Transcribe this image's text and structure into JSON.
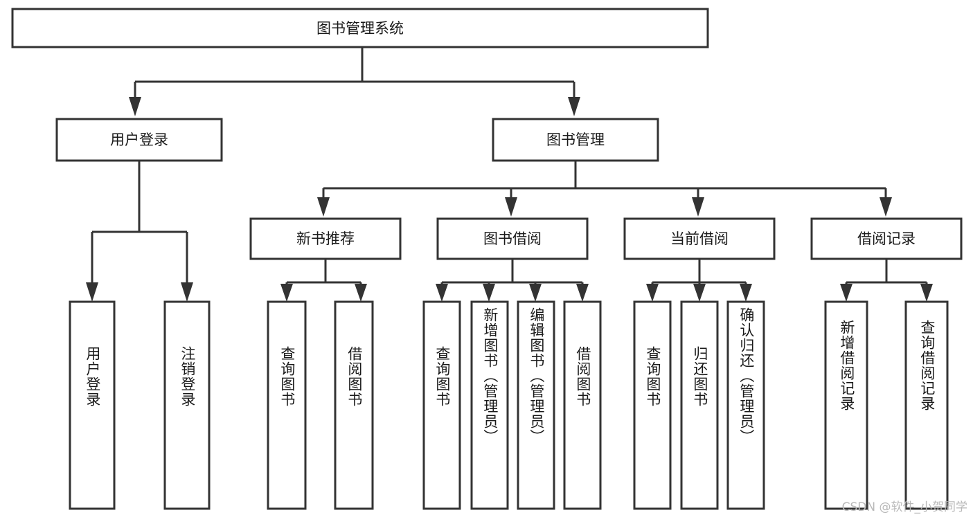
{
  "diagram": {
    "type": "hierarchy-tree",
    "title": "图书管理系统",
    "root": {
      "id": "root",
      "label": "图书管理系统",
      "orientation": "horizontal"
    },
    "level2": [
      {
        "id": "user-login",
        "label": "用户登录",
        "orientation": "horizontal"
      },
      {
        "id": "book-manage",
        "label": "图书管理",
        "orientation": "horizontal"
      }
    ],
    "level3": [
      {
        "id": "new-book-recommend",
        "label": "新书推荐",
        "parent": "book-manage",
        "orientation": "horizontal"
      },
      {
        "id": "book-borrow",
        "label": "图书借阅",
        "parent": "book-manage",
        "orientation": "horizontal"
      },
      {
        "id": "current-borrow",
        "label": "当前借阅",
        "parent": "book-manage",
        "orientation": "horizontal"
      },
      {
        "id": "borrow-record",
        "label": "借阅记录",
        "parent": "book-manage",
        "orientation": "horizontal"
      }
    ],
    "leaves": [
      {
        "id": "leaf-user-login",
        "label": "用户登录",
        "parent": "user-login",
        "orientation": "vertical"
      },
      {
        "id": "leaf-user-logout",
        "label": "注销登录",
        "parent": "user-login",
        "orientation": "vertical"
      },
      {
        "id": "leaf-query-book-1",
        "label": "查询图书",
        "parent": "new-book-recommend",
        "orientation": "vertical"
      },
      {
        "id": "leaf-borrow-book-1",
        "label": "借阅图书",
        "parent": "new-book-recommend",
        "orientation": "vertical"
      },
      {
        "id": "leaf-query-book-2",
        "label": "查询图书",
        "parent": "book-borrow",
        "orientation": "vertical"
      },
      {
        "id": "leaf-add-book",
        "label": "新增图书（管理员）",
        "parent": "book-borrow",
        "orientation": "vertical"
      },
      {
        "id": "leaf-edit-book",
        "label": "编辑图书（管理员）",
        "parent": "book-borrow",
        "orientation": "vertical"
      },
      {
        "id": "leaf-borrow-book-2",
        "label": "借阅图书",
        "parent": "book-borrow",
        "orientation": "vertical"
      },
      {
        "id": "leaf-query-book-3",
        "label": "查询图书",
        "parent": "current-borrow",
        "orientation": "vertical"
      },
      {
        "id": "leaf-return-book",
        "label": "归还图书",
        "parent": "current-borrow",
        "orientation": "vertical"
      },
      {
        "id": "leaf-confirm-return",
        "label": "确认归还（管理员）",
        "parent": "current-borrow",
        "orientation": "vertical"
      },
      {
        "id": "leaf-add-record",
        "label": "新增借阅记录",
        "parent": "borrow-record",
        "orientation": "vertical"
      },
      {
        "id": "leaf-query-record",
        "label": "查询借阅记录",
        "parent": "borrow-record",
        "orientation": "vertical"
      }
    ],
    "colors": {
      "background": "#ffffff",
      "box_fill": "#ffffff",
      "box_stroke": "#333333",
      "text": "#1a1a1a",
      "watermark": "#b9b9b9"
    }
  },
  "watermark": {
    "text": "CSDN @软件_小贺同学"
  }
}
